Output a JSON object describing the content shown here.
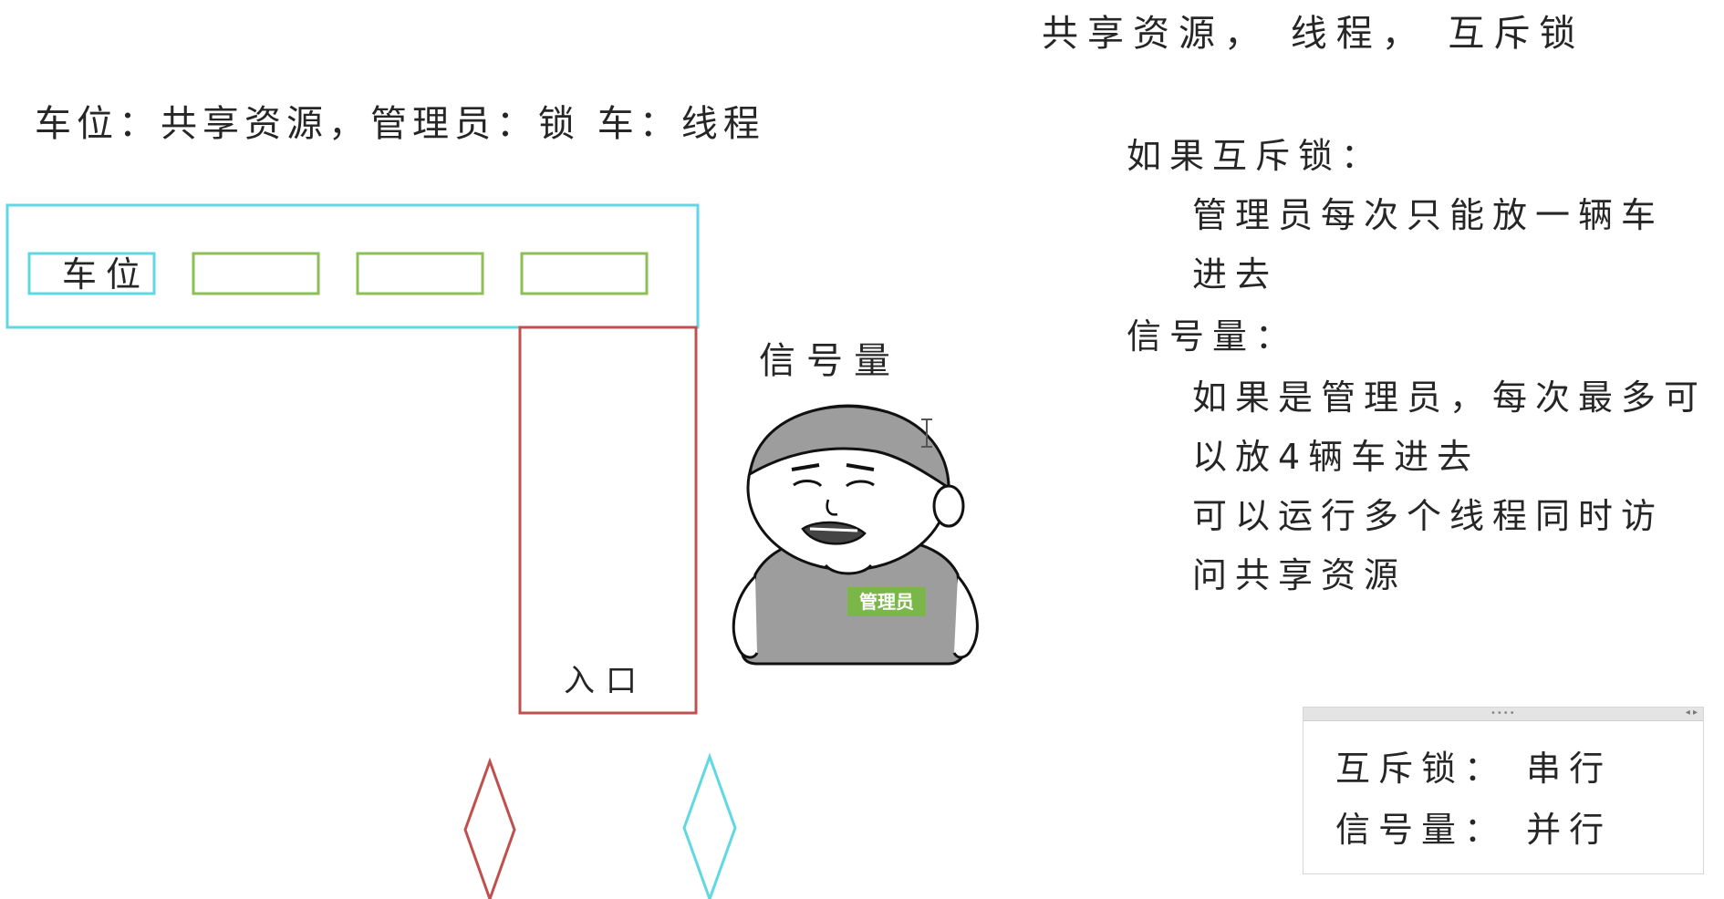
{
  "analogy": {
    "title": "车位：共享资源，管理员：锁   车：线程"
  },
  "diagram": {
    "slot_label": "车位",
    "entrance_label": "入口",
    "semaphore_label": "信号量",
    "admin_badge": "管理员",
    "colors": {
      "cyan": "#5fd8e4",
      "green": "#8cc056",
      "red": "#c0504d"
    }
  },
  "notes": {
    "title": "共享资源，  线程，  互斥锁",
    "mutex_heading": "如果互斥锁：",
    "mutex_line1": "管理员每次只能放一辆车",
    "mutex_line2": "进去",
    "semaphore_heading": "信号量：",
    "semaphore_line1": "如果是管理员，每次最多可",
    "semaphore_line2": "以放4辆车进去",
    "semaphore_line3": "可以运行多个线程同时访",
    "semaphore_line4": "问共享资源"
  },
  "summary": {
    "line1": "互斥锁：  串行",
    "line2": "信号量：  并行"
  }
}
